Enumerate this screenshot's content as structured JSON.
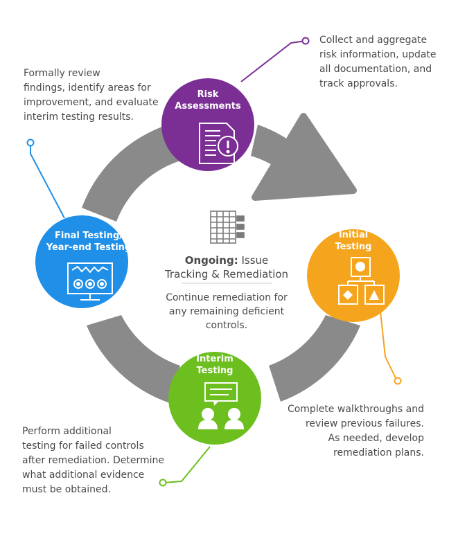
{
  "stages": {
    "risk": {
      "title_line1": "Risk",
      "title_line2": "Assessments",
      "color": "#7b2f95",
      "icon": "document-alert-icon"
    },
    "initial": {
      "title_line1": "Initial",
      "title_line2": "Testing",
      "color": "#f5a51d",
      "icon": "flowchart-icon"
    },
    "interim": {
      "title_line1": "Interim",
      "title_line2": "Testing",
      "color": "#6cbf1f",
      "icon": "discussion-icon"
    },
    "final": {
      "title_line1": "Final Testing/",
      "title_line2": "Year-end Testing",
      "color": "#1f8fe8",
      "icon": "monitor-chart-icon"
    }
  },
  "notes": {
    "top_left": [
      "Formally review",
      "findings, identify areas for",
      "improvement, and evaluate",
      "interim testing results."
    ],
    "top_right": [
      "Collect and aggregate",
      "risk information, update",
      "all documentation, and",
      "track approvals."
    ],
    "bottom_right": [
      "Complete walkthroughs and",
      "review previous failures.",
      "As needed, develop",
      "remediation plans."
    ],
    "bottom_left": [
      "Perform additional",
      "testing for failed controls",
      "after remediation. Determine",
      "what additional evidence",
      "must be obtained."
    ]
  },
  "center": {
    "title_bold": "Ongoing:",
    "title_rest": "Issue",
    "title_line2": "Tracking & Remediation",
    "desc": [
      "Continue remediation for",
      "any remaining deficient",
      "controls."
    ],
    "icon": "spreadsheet-icon"
  },
  "colors": {
    "ring": "#8a8a8a",
    "text": "#4a4a4a"
  }
}
